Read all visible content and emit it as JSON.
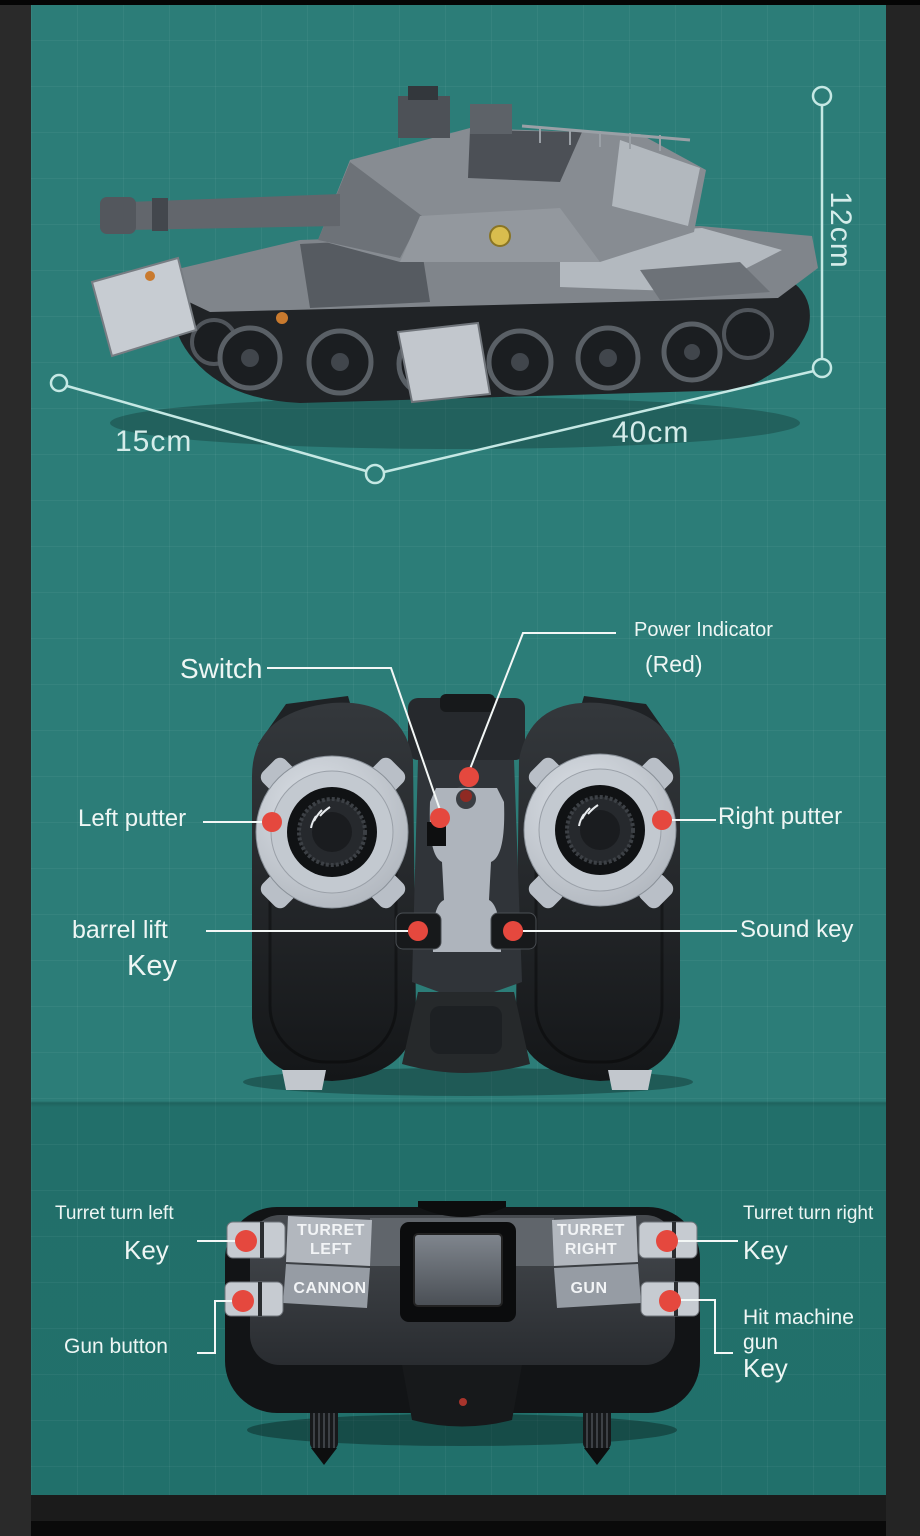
{
  "colors": {
    "backdrop_teal_top": "#2c7d78",
    "backdrop_teal_bottom": "#21706b",
    "frame_dark": "#2a2a2a",
    "callout_dot_red": "#e5483e",
    "callout_line_white": "#f3f7f6",
    "dimension_line_teal": "#c5e8e4",
    "label_text": "#eef6f4"
  },
  "tank_section": {
    "dim_height": "12cm",
    "dim_length": "40cm",
    "dim_width": "15cm"
  },
  "remote_front": {
    "switch": "Switch",
    "power_indicator": "Power Indicator",
    "power_indicator_color": "(Red)",
    "left_putter": "Left putter",
    "right_putter": "Right putter",
    "barrel_lift": "barrel lift",
    "barrel_lift_key": "Key",
    "sound_key": "Sound key"
  },
  "remote_top": {
    "turret_left_word1": "TURRET",
    "turret_left_word2": "LEFT",
    "cannon": "CANNON",
    "turret_right_word1": "TURRET",
    "turret_right_word2": "RIGHT",
    "gun": "GUN",
    "turret_turn_left": "Turret turn left",
    "turret_turn_left_key": "Key",
    "gun_button": "Gun button",
    "turret_turn_right": "Turret turn right",
    "turret_turn_right_key": "Key",
    "hit_machine_gun_line1": "Hit machine",
    "hit_machine_gun_line2": "gun",
    "hit_machine_gun_key": "Key"
  }
}
